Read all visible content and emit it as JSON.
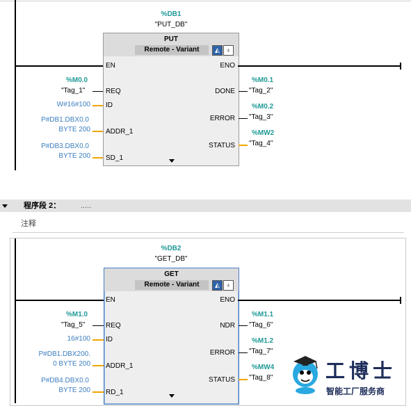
{
  "network1": {
    "db_address": "%DB1",
    "db_name": "\"PUT_DB\"",
    "block_title": "PUT",
    "variant_label": "Remote - Variant",
    "pins": {
      "en": "EN",
      "eno": "ENO",
      "req": "REQ",
      "id": "ID",
      "addr": "ADDR_1",
      "sd": "SD_1",
      "done": "DONE",
      "error": "ERROR",
      "status": "STATUS"
    },
    "inputs": {
      "req_addr": "%M0.0",
      "req_tag": "\"Tag_1\"",
      "id_value": "W#16#100",
      "addr_line1": "P#DB1.DBX0.0",
      "addr_line2": "BYTE 200",
      "sd_line1": "P#DB3.DBX0.0",
      "sd_line2": "BYTE 200"
    },
    "outputs": {
      "done_addr": "%M0.1",
      "done_tag": "\"Tag_2\"",
      "error_addr": "%M0.2",
      "error_tag": "\"Tag_3\"",
      "status_addr": "%MW2",
      "status_tag": "\"Tag_4\""
    }
  },
  "section2": {
    "label": "程序段 2：",
    "dots": ".....",
    "comment": "注释"
  },
  "network2": {
    "db_address": "%DB2",
    "db_name": "\"GET_DB\"",
    "block_title": "GET",
    "variant_label": "Remote - Variant",
    "pins": {
      "en": "EN",
      "eno": "ENO",
      "req": "REQ",
      "id": "ID",
      "addr": "ADDR_1",
      "rd": "RD_1",
      "ndr": "NDR",
      "error": "ERROR",
      "status": "STATUS"
    },
    "inputs": {
      "req_addr": "%M1.0",
      "req_tag": "\"Tag_5\"",
      "id_value": "16#100",
      "addr_line1": "P#DB1.DBX200.",
      "addr_line2": "0 BYTE 200",
      "rd_line1": "P#DB4.DBX0.0",
      "rd_line2": "BYTE 200"
    },
    "outputs": {
      "ndr_addr": "%M1.1",
      "ndr_tag": "\"Tag_6\"",
      "error_addr": "%M1.2",
      "error_tag": "\"Tag_7\"",
      "status_addr": "%MW4",
      "status_tag": "\"Tag_8\""
    }
  },
  "watermark": {
    "title": "工博士",
    "subtitle": "智能工厂服务商"
  },
  "colors": {
    "address": "#1f9a96",
    "parameter": "#3d7fbf",
    "connector": "#f0a500"
  }
}
